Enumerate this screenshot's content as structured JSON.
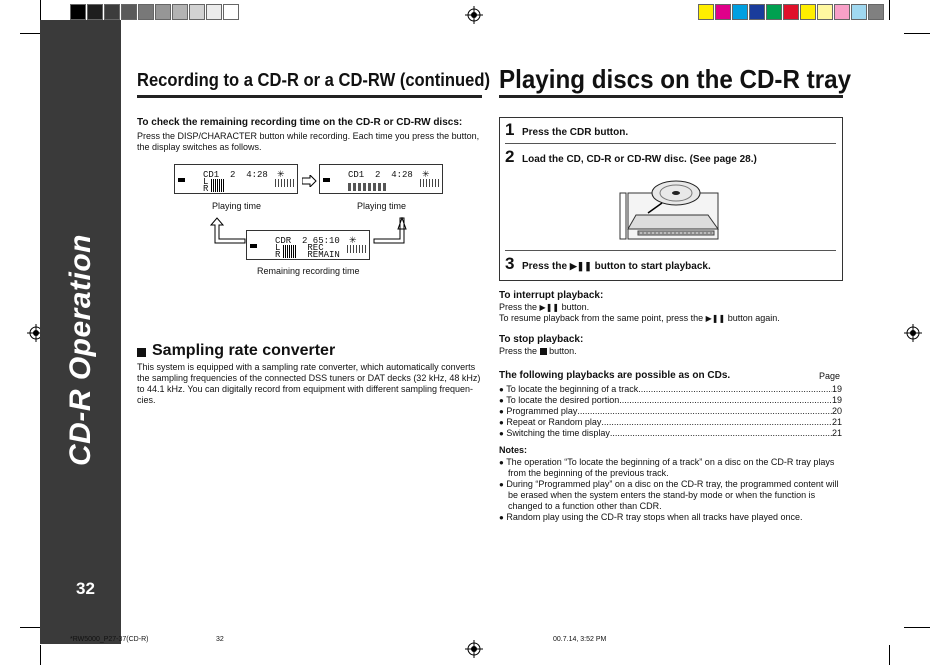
{
  "sidebar": {
    "title": "CD-R Operation",
    "page_number": "32"
  },
  "left": {
    "title": "Recording to a CD-R or a CD-RW (continued)",
    "check_heading": "To check the remaining recording time on the CD-R or CD-RW discs:",
    "check_body": "Press the DISP/CHARACTER button while recording. Each time you press the button, the display switches as follows.",
    "displays": [
      {
        "line1": "CD1  2  4:28",
        "line2": "L",
        "line3": "R",
        "caption": "Playing time"
      },
      {
        "line1": "CD1  2  4:28",
        "line2": "",
        "line3": "",
        "caption": "Playing time"
      },
      {
        "line1": "CDR  2 65:10",
        "line2": "L     REC",
        "line3": "R     REMAIN",
        "caption": "Remaining recording time"
      }
    ],
    "sampling_heading": "Sampling rate converter",
    "sampling_body": "This system is equipped with a sampling rate converter, which automatically converts the sampling frequencies of the connected DSS tuners or DAT decks (32 kHz, 48 kHz) to 44.1 kHz. You can digitally record from equipment with different sampling frequen-cies."
  },
  "right": {
    "title": "Playing discs on the CD-R tray",
    "steps": [
      {
        "num": "1",
        "text": "Press the CDR button."
      },
      {
        "num": "2",
        "text": "Load the CD, CD-R or CD-RW disc. (See page 28.)"
      },
      {
        "num": "3",
        "text_before": "Press the",
        "icon": "play-pause-icon",
        "text_after": "button to start playback."
      }
    ],
    "interrupt_heading": "To interrupt playback:",
    "interrupt_line1_before": "Press the",
    "interrupt_line1_after": "button.",
    "interrupt_line2_before": "To resume playback from the same point, press the",
    "interrupt_line2_after": "button again.",
    "stop_heading": "To stop playback:",
    "stop_line_before": "Press the",
    "stop_line_after": "button.",
    "playbacks_heading": "The following playbacks are possible as on CDs.",
    "page_label": "Page",
    "playbacks": [
      {
        "label": "To locate the beginning of a track",
        "page": "19"
      },
      {
        "label": "To locate the desired portion",
        "page": "19"
      },
      {
        "label": "Programmed play",
        "page": "20"
      },
      {
        "label": "Repeat or Random play",
        "page": "21"
      },
      {
        "label": "Switching the time display",
        "page": "21"
      }
    ],
    "notes_heading": "Notes:",
    "notes": [
      "The operation “To locate the beginning of a track” on a disc on the CD-R tray plays from the beginning of the previous track.",
      "During “Programmed play” on a disc on the CD-R tray, the programmed content will be erased when the system enters the stand-by mode or when the function is changed to a function other than CDR.",
      "Random play using the CD-R tray stops when all tracks have played once."
    ]
  },
  "footer": {
    "file": "*RW5000_P27-37(CD-R)",
    "page": "32",
    "date": "00.7.14, 3:52 PM"
  },
  "colors": {
    "sidebar": "#3a3a3a",
    "swatches_gray": [
      "#000000",
      "#1e1e1e",
      "#3c3c3c",
      "#5a5a5a",
      "#787878",
      "#969696",
      "#b4b4b4",
      "#d2d2d2",
      "#ececec",
      "#ffffff"
    ],
    "swatches_color": [
      "#ffee00",
      "#e0008a",
      "#00a0e0",
      "#1a3c9c",
      "#00a050",
      "#e0102a",
      "#ffee00",
      "#fff8a0",
      "#f8a0c8",
      "#a0d8f0",
      "#808080"
    ]
  }
}
